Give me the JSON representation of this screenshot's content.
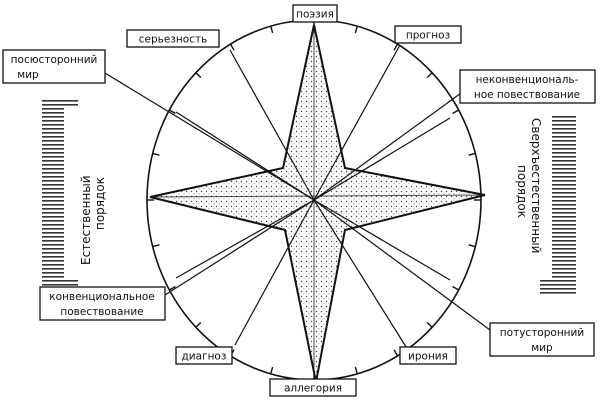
{
  "labels": {
    "poetry": "поэзия",
    "seriousness": "серьезность",
    "prognosis": "прогноз",
    "otherworld_this_side": "посюсторонний мир",
    "nonconventional": "неконвенциональ-ное повествование",
    "natural_order": "Естественный порядок",
    "supernatural_order": "Сверхъестественный порядок",
    "conventional": "конвенциональное повествование",
    "otherworld_beyond": "потусторонний мир",
    "diagnosis": "диагноз",
    "irony": "ирония",
    "allegory": "аллегория"
  },
  "label_lines": {
    "otherworld_this_side": [
      "посюсторонний",
      "мир"
    ],
    "nonconventional": [
      "неконвенциональ-",
      "ное повествование"
    ],
    "conventional": [
      "конвенциональное",
      "повествование"
    ],
    "otherworld_beyond": [
      "потусторонний",
      "мир"
    ],
    "natural_order": [
      "Естественный",
      "порядок"
    ],
    "supernatural_order": [
      "Сверхъестественный",
      "порядок"
    ]
  },
  "colors": {
    "ink": "#111111",
    "paper": "#ffffff"
  }
}
